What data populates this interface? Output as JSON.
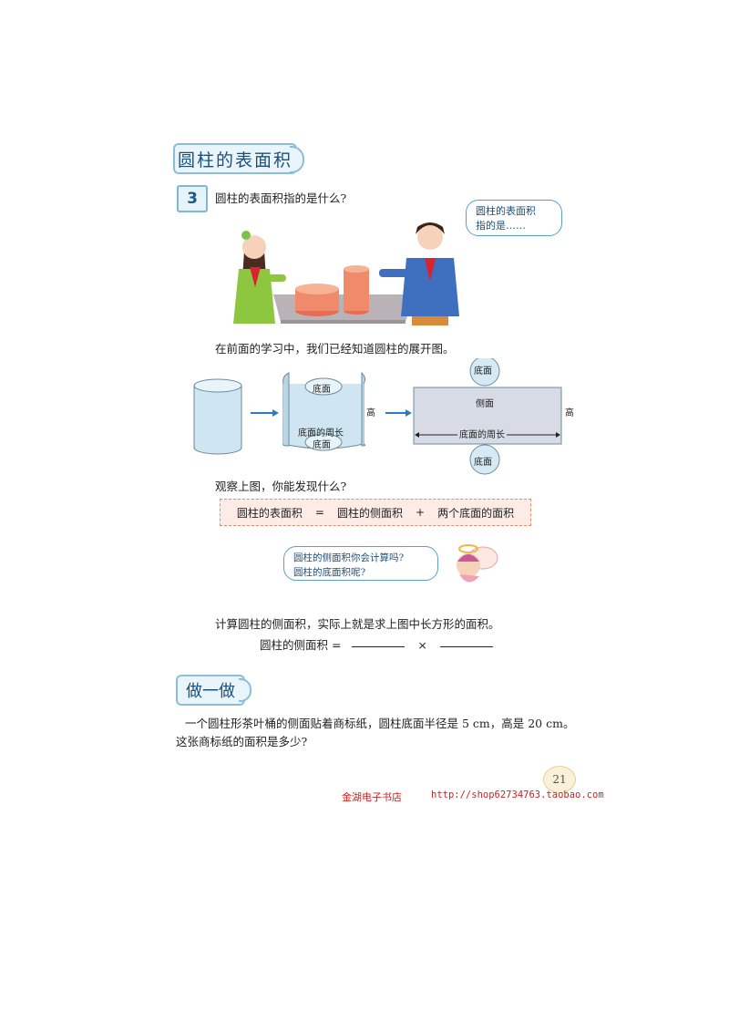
{
  "section_title": "圆柱的表面积",
  "example": {
    "number": "3",
    "question": "圆柱的表面积指的是什么?",
    "boy_bubble": [
      "圆柱的表面积",
      "指的是……"
    ]
  },
  "intro_text": "在前面的学习中，我们已经知道圆柱的展开图。",
  "net_labels": {
    "base_top": "底面",
    "base_bottom": "底面",
    "base_circumference": "底面的周长",
    "height": "高",
    "lateral": "侧面",
    "net_base_top": "底面",
    "net_base_bottom": "底面",
    "net_base_circumference": "底面的周长",
    "net_height": "高"
  },
  "observe_text": "观察上图，你能发现什么?",
  "formula": {
    "left": "圆柱的表面积",
    "equals": "=",
    "part1": "圆柱的侧面积",
    "plus": "+",
    "part2": "两个底面的面积"
  },
  "angel_bubble": [
    "圆柱的侧面积你会计算吗?",
    "圆柱的底面积呢?"
  ],
  "lateral_text": "计算圆柱的侧面积，实际上就是求上图中长方形的面积。",
  "lateral_formula": {
    "label": "圆柱的侧面积 =",
    "times": "×"
  },
  "practice": {
    "title": "做一做",
    "line1": "一个圆柱形茶叶桶的侧面贴着商标纸，圆柱底面半径是 5 cm，高是 20 cm。",
    "line2": "这张商标纸的面积是多少?"
  },
  "page_number": "21",
  "footer": {
    "shop": "金湖电子书店",
    "url": "http://shop62734763.taobao.com"
  },
  "colors": {
    "accent_blue": "#1c4f7a",
    "cylinder_fill": "#cfe6f2",
    "net_rect_fill": "#d6dbe6",
    "footer_red": "#d0201c"
  }
}
